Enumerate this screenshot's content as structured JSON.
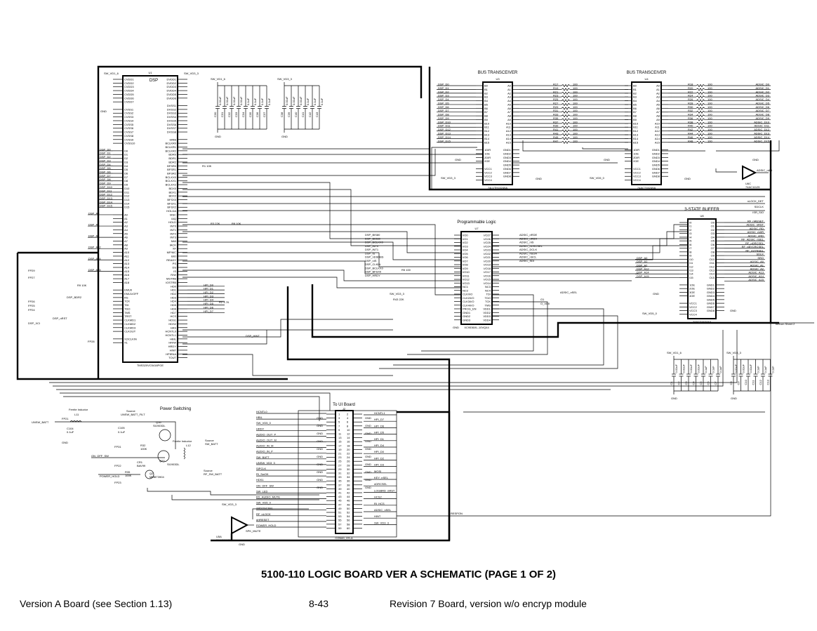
{
  "page": {
    "title": "5100-110 LOGIC BOARD VER A SCHEMATIC (PAGE 1 OF 2)",
    "footer_left": "Version A Board (see Section 1.13)",
    "footer_center": "8-43",
    "footer_right": "Revision 7 Board, version w/o encryp module",
    "to_from_sheet": "to/from Sheet 2"
  },
  "dsp": {
    "ref": "U1",
    "name": "DSP",
    "part": "TMS320VC5416PGE",
    "power_left": "SW_VD1_6",
    "power_right": "SW_VD3_3",
    "gnd": "GND",
    "left": [
      "CVDD1",
      "CVDD2",
      "CVDD3",
      "CVDD4",
      "CVDD5",
      "CVDD6",
      "CVDD7",
      "",
      "CVSS1",
      "CVSS2",
      "CVSS3",
      "CVSS4",
      "CVSS5",
      "CVSS6",
      "CVSS7",
      "CVSS8",
      "CVSS9",
      "CVSS10",
      "",
      "D0",
      "D1",
      "D2",
      "D3",
      "D4",
      "D5",
      "D6",
      "D7",
      "D8",
      "D9",
      "D10",
      "D11",
      "D12",
      "D13",
      "D14",
      "D15",
      "",
      "A0",
      "A1",
      "A2",
      "A3",
      "A4",
      "A5",
      "A6",
      "A7",
      "A8",
      "A9",
      "A10",
      "A11",
      "A12",
      "A13",
      "A14",
      "A15",
      "A16",
      "A17",
      "A18",
      "",
      "EMU0",
      "EMU1/OFF",
      "RS",
      "TCK",
      "TDI",
      "TDO",
      "TMS",
      "TRST",
      "CLKMD1",
      "CLKMD2",
      "CLKMD3",
      "CLKOUT",
      "",
      "X2/CLKIN",
      "X1"
    ],
    "right": [
      "DVDD1",
      "DVDD2",
      "DVDD3",
      "DVDD4",
      "DVDD5",
      "DVDD6",
      "",
      "DVSS1",
      "DVSS2",
      "DVSS3",
      "DVSS4",
      "DVSS5",
      "DVSS6",
      "DVSS7",
      "DVSS8",
      "",
      "HRIB",
      "BCLKR0",
      "BCLKR1",
      "BCLKR2",
      "BDR0",
      "BDR1",
      "BDR2",
      "BFSR0",
      "BFSR1",
      "BFSR2",
      "BCLKX0",
      "BCLKX1",
      "BCLKX2",
      "BDX0",
      "BDX1",
      "BDX2",
      "BFSX0",
      "BFSX1",
      "BFSX2",
      "HOLDA",
      "MSC",
      "IAQ",
      "HOLD",
      "INT0",
      "INT1",
      "INT2",
      "INT3",
      "NMI",
      "IACK",
      "XF",
      "MP/MC",
      "BIO",
      "READY",
      "PS",
      "DS",
      "IS",
      "R/W",
      "MSTRB",
      "IOSTRB",
      "HD0",
      "HD1",
      "HD2",
      "HD3",
      "HD4",
      "HD5",
      "HD6",
      "HD7",
      "HCS",
      "HDS1",
      "HDS2",
      "HAS",
      "HCNTL0",
      "HCNTL1",
      "HBIL",
      "HR/W",
      "HRDY",
      "HINT",
      "HPIENA",
      "TOUT"
    ],
    "nets_left": [
      "DSP_D0",
      "DSP_D1",
      "DSP_D2",
      "DSP_D3",
      "DSP_D4",
      "DSP_D5",
      "DSP_D6",
      "DSP_D7",
      "DSP_D8",
      "DSP_D9",
      "DSP_D10",
      "DSP_D11",
      "DSP_D12",
      "DSP_D13",
      "DSP_D14",
      "DSP_D15"
    ],
    "nets_addr": [
      "DSP_A0",
      "DSP_A1",
      "DSP_A2",
      "DSP_A12",
      "DSP_A14",
      "DSP_A15"
    ],
    "nets_hpi": [
      "HPI_D0",
      "HPI_D1",
      "HPI_D2",
      "HPI_D3",
      "HPI_D4",
      "HPI_D5",
      "HPI_D6",
      "HPI_D7"
    ],
    "misc_labels": [
      "R1 10K",
      "R2 4.7K",
      "R3 22K",
      "R8 10K",
      "R9 10K",
      "FP28",
      "FP29",
      "FP27",
      "FP26",
      "FP25",
      "FP24",
      "DSP_XCI",
      "DSP_BDR2",
      "DSP_nRST",
      "DSP_HINT"
    ]
  },
  "caps_top": [
    {
      "power": "SW_VD1_6",
      "gnd": "GND",
      "refs": [
        "C30",
        "C31",
        "C32",
        "C33",
        "C34",
        "C35",
        "C36",
        "C37"
      ],
      "values": [
        "0.01uF",
        "0.01uF",
        "0.01uF",
        "0.01uF",
        "0.1uF",
        "0.1uF",
        "0.1uF",
        "0.1uF"
      ]
    },
    {
      "power": "SW_VD3_3",
      "gnd": "GND",
      "refs": [
        "C38",
        "C39",
        "C40",
        "C41",
        "C42",
        "C43"
      ],
      "values": [
        "0.01uF",
        "0.01uF",
        "0.01uF",
        "0.1uF",
        "0.1uF",
        "0.1uF"
      ]
    }
  ],
  "caps_bottom": [
    {
      "power": "SW_VD1_6",
      "gnd": "GND",
      "refs": [
        "C1",
        "C2",
        "C3",
        "C4",
        "C5",
        "C6",
        "C7"
      ],
      "values": [
        "0.01uF",
        "0.01uF",
        "0.01uF",
        "0.01uF",
        "0.1uF",
        "0.1uF",
        "0.1uF"
      ]
    },
    {
      "power": "SW_VD3_3",
      "gnd": "GND",
      "refs": [
        "C8",
        "C9",
        "C10",
        "C11",
        "C12",
        "C13"
      ],
      "values": [
        "0.01uF",
        "0.01uF",
        "0.01uF",
        "0.1uF",
        "0.1uF",
        "0.1uF"
      ]
    }
  ],
  "u3": {
    "heading": "BUS TRANSCEIVER",
    "ref": "U3",
    "part": "74LVTH16245A",
    "left": [
      "B0",
      "B1",
      "B2",
      "B3",
      "B4",
      "B5",
      "B6",
      "B7",
      "B8",
      "B9",
      "B10",
      "B11",
      "B12",
      "B13",
      "B14",
      "B15",
      "",
      "1DIR",
      "1OE",
      "2DIR",
      "2OE",
      "",
      "VCC1",
      "VCC2",
      "VCC3",
      "VCC4"
    ],
    "right": [
      "A0",
      "A1",
      "A2",
      "A3",
      "A4",
      "A5",
      "A6",
      "A7",
      "A8",
      "A9",
      "A10",
      "A11",
      "A12",
      "A13",
      "A14",
      "A15",
      "",
      "GND1",
      "GND2",
      "GND3",
      "GND4",
      "GND5",
      "GND6",
      "GND7",
      "GND8"
    ],
    "nets": [
      "DSP_D0",
      "DSP_D1",
      "DSP_D2",
      "DSP_D3",
      "DSP_D4",
      "DSP_D5",
      "DSP_D6",
      "DSP_D7",
      "DSP_D8",
      "DSP_D9",
      "DSP_D10",
      "DSP_D11",
      "DSP_D12",
      "DSP_D13",
      "DSP_D14",
      "DSP_D15"
    ],
    "power": "SW_VD3_3",
    "gnd": "GND"
  },
  "u4": {
    "heading": "BUS TRANSCEIVER",
    "ref": "U4",
    "part": "74ACT16245A",
    "left": [
      "B0",
      "B1",
      "B2",
      "B3",
      "B4",
      "B5",
      "B6",
      "B7",
      "B8",
      "B9",
      "B10",
      "B11",
      "B12",
      "B13",
      "B14",
      "B15",
      "",
      "1DIR",
      "1OE",
      "2DIR",
      "2OE",
      "",
      "VCC1",
      "VCC2",
      "VCC3",
      "VCC4"
    ],
    "right": [
      "A0",
      "A1",
      "A2",
      "A3",
      "A4",
      "A5",
      "A6",
      "A7",
      "A8",
      "A9",
      "A10",
      "A11",
      "A12",
      "A13",
      "A14",
      "A15",
      "",
      "GND1",
      "GND2",
      "GND3",
      "GND4",
      "GND5",
      "GND6",
      "GND7",
      "GND8"
    ],
    "nets": [
      "ADSIC_D0",
      "ADSIC_D1",
      "ADSIC_D2",
      "ADSIC_D3",
      "ADSIC_D4",
      "ADSIC_D5",
      "ADSIC_D6",
      "ADSIC_D7",
      "ADSIC_D8",
      "ADSIC_D9",
      "ADSIC_D10",
      "ADSIC_D11",
      "ADSIC_D12",
      "ADSIC_D13",
      "ADSIC_D14",
      "ADSIC_D15"
    ],
    "power": "SW_VD5_0",
    "gnd": "GND"
  },
  "resistors_a": {
    "refs": [
      "R17",
      "R19",
      "R21",
      "R23",
      "R25",
      "R27",
      "R29",
      "R31",
      "R33",
      "R35",
      "R37",
      "R39",
      "R41",
      "R43",
      "R45",
      "R47"
    ],
    "value": "100"
  },
  "resistors_b": {
    "refs": [
      "R18",
      "R20",
      "R22",
      "R24",
      "R26",
      "R28",
      "R30",
      "R32",
      "R34",
      "R36",
      "R38",
      "R40",
      "R42",
      "R44",
      "R46",
      "R48"
    ],
    "value": "100"
  },
  "u6": {
    "ref": "U6C",
    "part": "74AC11125",
    "out": "ADSIC_nAD",
    "gnd": "GND"
  },
  "u7": {
    "heading": "Programmable Logic",
    "ref": "U7",
    "part": "XC9536XL-10VQ44",
    "left": [
      "I/O0",
      "I/O1",
      "I/O2",
      "I/O3",
      "I/O4",
      "I/O5",
      "I/O6",
      "I/O7",
      "I/O8",
      "I/O9",
      "I/O10",
      "I/O11",
      "I/O12",
      "I/O13",
      "NC1",
      "NC2",
      "CLK/I/O",
      "CLK2/I/O",
      "CLK3/I/O",
      "CLK4/I/O",
      "PROG_EN",
      "GND1",
      "GND2",
      "GND3"
    ],
    "right": [
      "I/O27",
      "I/O26",
      "I/O25",
      "I/O24",
      "I/O23",
      "I/O22",
      "I/O21",
      "I/O20",
      "I/O19",
      "I/O18",
      "I/O17",
      "I/O16",
      "I/O15",
      "I/O14",
      "NC3",
      "NC4",
      "TDI",
      "TDO",
      "TCK",
      "TMS",
      "VDD1",
      "VDD2",
      "VDD3",
      "VDD4"
    ],
    "nets_left": [
      "DSP_BIS80",
      "DSP_BIO80",
      "DSP_BCLKX0",
      "DSP_INT0",
      "DSP_INT1",
      "DSP_IS",
      "DSP_nDSDBS",
      "DSP_nIS",
      "DSP_CLKIN",
      "DSP_BCLKX0",
      "DSP_BFSX0",
      "DSP_HRDY"
    ],
    "nets_right": [
      "ADSIC_nRDE",
      "ADSIC_nRDX",
      "ADSIC_nIS",
      "ADSIC_nOSCSEL",
      "ADSIC_DCLK",
      "ADSIC_nSDA",
      "ADSIC_nSCL",
      "ADSIC_SDI"
    ],
    "misc": [
      "R5 100",
      "R43 22K",
      "SW_VD3_3",
      "GND",
      "ADSIC_nSEL",
      "O1",
      "O_VD0"
    ]
  },
  "u8": {
    "heading": "3-STATE BUFFER",
    "ref": "U8",
    "part": "74ACT16244A",
    "left": [
      "I0",
      "I1",
      "I2",
      "I3",
      "I4",
      "I5",
      "I6",
      "I7",
      "I8",
      "I9",
      "I10",
      "I11",
      "I12",
      "I13",
      "I14",
      "I15",
      "",
      "1OE",
      "2OE",
      "3OE",
      "4OE",
      "",
      "VCC1",
      "VCC2",
      "VCC3",
      "VCC4"
    ],
    "right": [
      "O0",
      "O1",
      "O2",
      "O3",
      "O4",
      "O5",
      "O6",
      "O7",
      "O8",
      "O9",
      "O10",
      "O11",
      "O12",
      "O13",
      "O14",
      "O15",
      "",
      "GND1",
      "GND2",
      "GND3",
      "GND4",
      "GND5",
      "GND6",
      "GND7",
      "GND8"
    ],
    "nets_left": [
      "DSP_A0",
      "DSP_A1",
      "DSP_A2",
      "DSP_A12",
      "DSP_A14",
      "DSP_A15"
    ],
    "nets_right": [
      "RF_nRESET",
      "ADSIC_nRST",
      "ADSIC_RD",
      "ADSIC_nWR",
      "ADSIC_nRD",
      "RF_ADSIC_nSEL",
      "RF_nDRCSEL",
      "RF_nBYCRCSEL",
      "RF_nSYNSEL",
      "SDLK",
      "SRO",
      "ADSIC_A0",
      "ADSIC_A1",
      "ADSIC_A2",
      "ADSIC_A13",
      "ADSIC_A14",
      "ADSIC_A15"
    ],
    "top_nets": [
      "nLOCK_DET",
      "SDCLK",
      "ISR_SIO"
    ],
    "power": "SW_VD5_0",
    "gnd": "GND"
  },
  "j2": {
    "heading": "To UI Board",
    "ref": "J2",
    "part": "CON60_OS-A",
    "left_nets": [
      "HCNTL0",
      "HBIL",
      "SW_VD5_0",
      "HRDY",
      "AUDIO_OUT_P",
      "AUDIO_OUT_M",
      "AUDIO_IN_M",
      "AUDIO_IN_P",
      "SW_BATT",
      "UNSW_VD3_3",
      "SIPCLK",
      "RI_SwOK",
      "HDS1",
      "ON_OFF_SW",
      "SW_LED",
      "RX_AUDIO_MUTE",
      "SW_VD5_0",
      "nRDOSCSEL",
      "RF_nLOCK",
      "nHRESET",
      "POWER_HOLD"
    ],
    "right_nets": [
      "HCNTL1",
      "HPI_D7",
      "HPI_D6",
      "HPI_D5",
      "HPI_D1",
      "HPI_D4",
      "HPI_D0",
      "HPI_D2",
      "HPI_D3",
      "MOSI",
      "KEY_nSEL",
      "nDRCSEL",
      "LOGBRD_nRST",
      "HCS2",
      "RI_HCS",
      "ADSIC_nSEL",
      "HINT",
      "SW_VD3_3"
    ],
    "gnd": "GND",
    "right_far": "RESPON"
  },
  "power": {
    "heading": "Power Switching",
    "labels": [
      "UNSW_BATT",
      "FP21",
      "Ferrite Inductor",
      "L11",
      "C104",
      "0.1uF",
      "GND",
      "Source",
      "UNSW_BATT_FILT",
      "C105",
      "0.1uF",
      "Q16",
      "Si1903DL",
      "R32",
      "100K",
      "FP31",
      "ON_OFF_SW",
      "CR1",
      "BAV99",
      "Q20",
      "Si1903DL",
      "FP22",
      "R35",
      "100K",
      "POWER_HOLD",
      "Q2",
      "MMBT3904",
      "FP23",
      "Ferrite Inductor",
      "L12",
      "Source",
      "SW_BATT",
      "Source",
      "RF_SW_BATT"
    ]
  },
  "u5": {
    "ref": "U5A",
    "part": "74AC11125",
    "power": "SW_VD3_3",
    "out": "SPK_MUTE",
    "gnd": "GND"
  }
}
